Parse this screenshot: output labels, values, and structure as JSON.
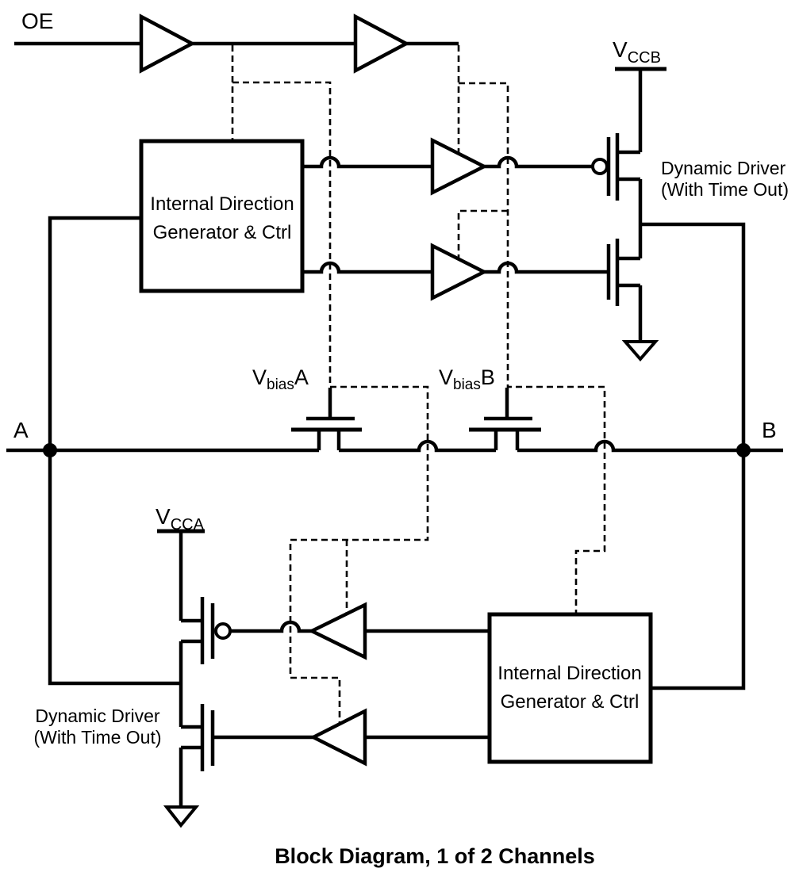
{
  "diagram": {
    "caption": "Block Diagram, 1 of 2 Channels",
    "colors": {
      "ink": "#000000",
      "paper": "#ffffff"
    },
    "labels": {
      "oe": "OE",
      "port_a": "A",
      "port_b": "B",
      "vccb": {
        "base": "V",
        "sub": "CCB"
      },
      "vcca": {
        "base": "V",
        "sub": "CCA"
      },
      "vbias_a": {
        "base": "V",
        "sub": "bias",
        "suffix": "A"
      },
      "vbias_b": {
        "base": "V",
        "sub": "bias",
        "suffix": "B"
      },
      "dynamic_driver_b": {
        "line1": "Dynamic Driver",
        "line2": "(With Time Out)"
      },
      "dynamic_driver_a": {
        "line1": "Dynamic Driver",
        "line2": "(With Time Out)"
      },
      "direction_generator_top": {
        "line1": "Internal Direction",
        "line2": "Generator & Ctrl"
      },
      "direction_generator_bottom": {
        "line1": "Internal Direction",
        "line2": "Generator & Ctrl"
      }
    }
  }
}
